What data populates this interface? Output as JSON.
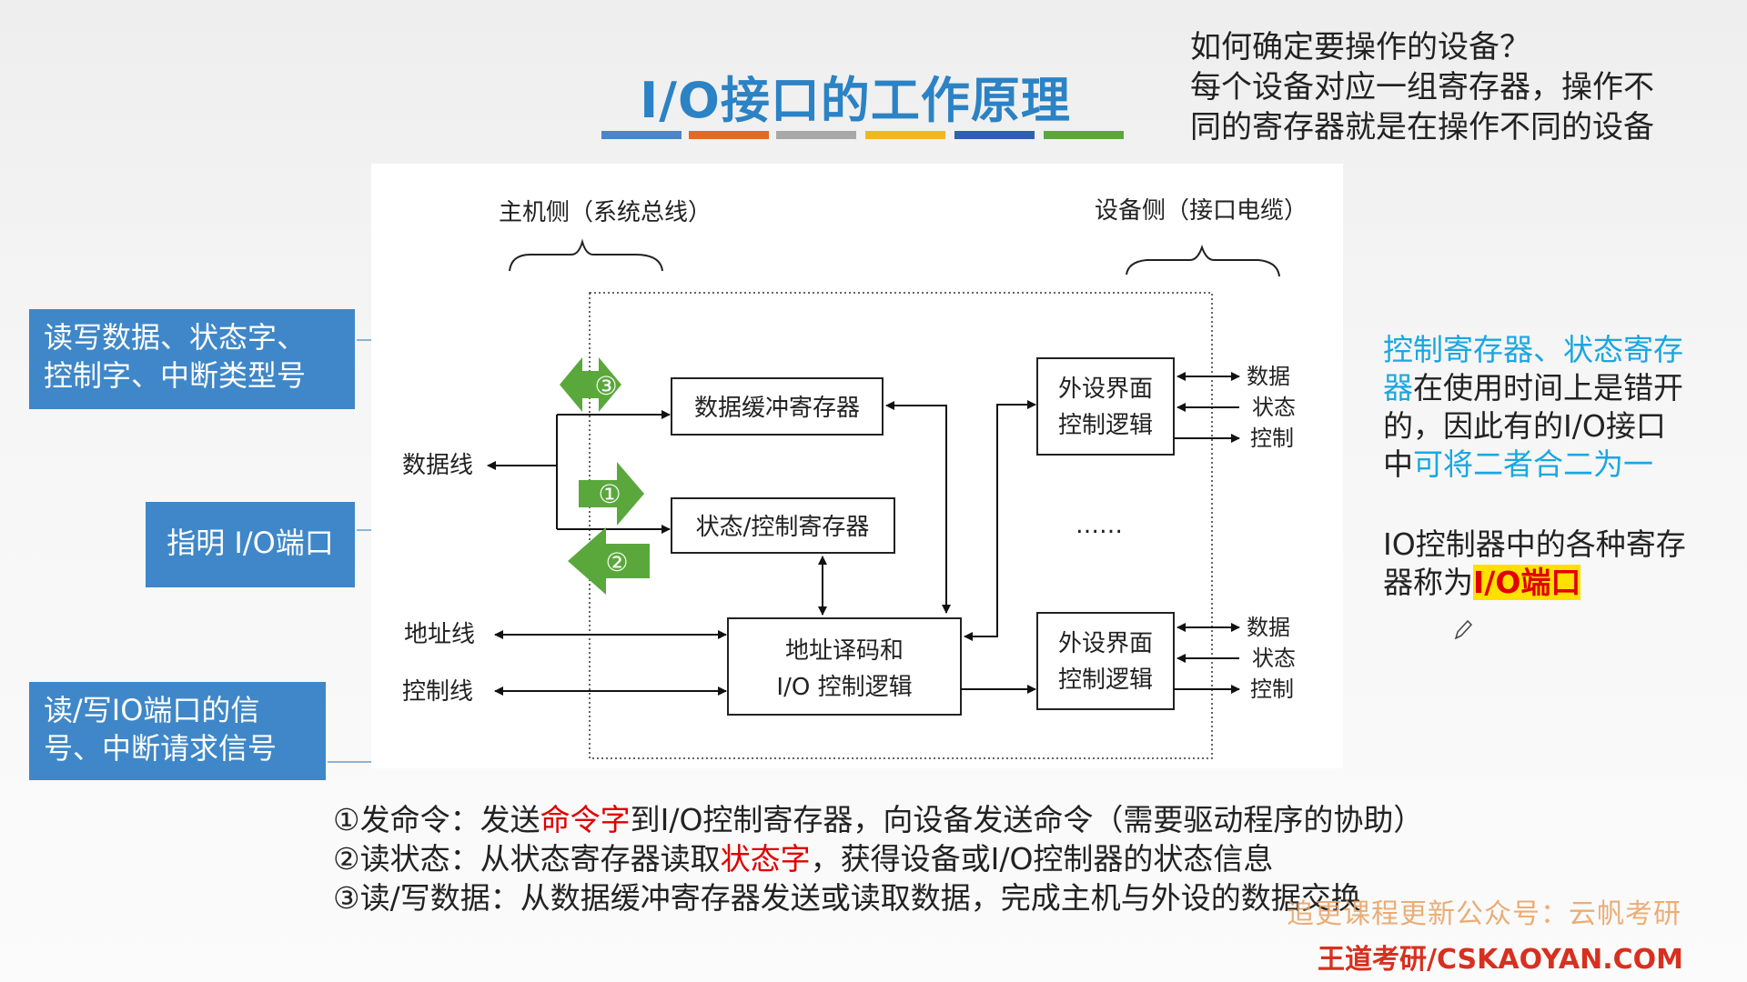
{
  "slide": {
    "title": "I/O接口的工作原理",
    "title_bar_colors": [
      "#4a86c8",
      "#e06a28",
      "#a8a8a8",
      "#f0b820",
      "#2f5fb4",
      "#5aa83c"
    ]
  },
  "question": {
    "line1": "如何确定要操作的设备？",
    "line2": "每个设备对应一组寄存器，操作不",
    "line3": "同的寄存器就是在操作不同的设备"
  },
  "callouts": {
    "data": [
      "读写数据、状态字、",
      "控制字、中断类型号"
    ],
    "address": "指明 I/O端口",
    "control": [
      "读/写IO端口的信",
      "号、中断请求信号"
    ]
  },
  "diagram": {
    "host_side": "主机侧（系统总线）",
    "device_side": "设备侧（接口电缆）",
    "data_line": "数据线",
    "address_line": "地址线",
    "control_line": "控制线",
    "data_buffer": "数据缓冲寄存器",
    "status_control": "状态/控制寄存器",
    "decoder_line1": "地址译码和",
    "decoder_line2": "I/O 控制逻辑",
    "peripheral_line1": "外设界面",
    "peripheral_line2": "控制逻辑",
    "sig_data": "数据",
    "sig_status": "状态",
    "sig_control": "控制",
    "ellipsis": "……",
    "num1": "①",
    "num2": "②",
    "num3": "③"
  },
  "side_note": {
    "p1_cyan1": "控制寄存器、状态寄存",
    "p1_cyan2": "器",
    "p1_black1": "在使用时间上是错开",
    "p1_black2": "的，因此有的I/O接口",
    "p1_black3": "中",
    "p1_cyan3": "可将二者合二为一",
    "p2_line1": "IO控制器中的各种寄存",
    "p2_line2": "器称为",
    "p2_highlight": "I/O端口"
  },
  "steps": {
    "s1_a": "①发命令：发送",
    "s1_red": "命令字",
    "s1_b": "到I/O控制寄存器，向设备发送命令（需要驱动程序的协助）",
    "s2_a": "②读状态：从状态寄存器读取",
    "s2_red": "状态字",
    "s2_b": "，获得设备或I/O控制器的状态信息",
    "s3": "③读/写数据：从数据缓冲寄存器发送或读取数据，完成主机与外设的数据交换"
  },
  "footer": {
    "watermark": "追更课程更新公众号：云帆考研",
    "site": "王道考研/CSKAOYAN.COM"
  },
  "colors": {
    "accent_blue": "#2b82c4",
    "callout_blue": "#3f87c8",
    "green_arrow": "#5aa83c",
    "red_text": "#e00000",
    "cyan_text": "#1aa7e0"
  }
}
